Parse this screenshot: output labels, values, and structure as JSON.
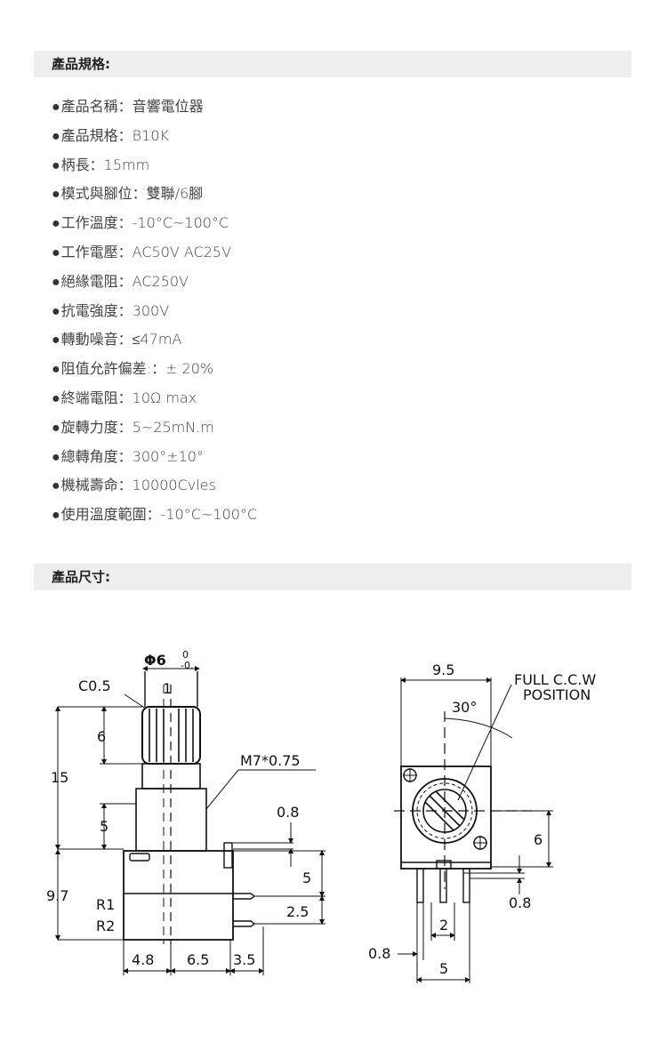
{
  "spec_section": {
    "title": "產品規格:",
    "bullet": "●",
    "items": [
      "產品名稱：音響電位器",
      "產品規格：B10K",
      "柄長：15mm",
      "模式與腳位：雙聯/6腳",
      "工作溫度：-10°C~100°C",
      "工作電壓：AC50V AC25V",
      "絕緣電阻：AC250V",
      "抗電強度：300V",
      "轉動噪音：≤47mA",
      "阻值允許偏差:：± 20%",
      "終端電阻：10Ω max",
      "旋轉力度：5~25mN.m",
      "總轉角度：300°±10°",
      "機械壽命：10000Cvles",
      "使用溫度範圍：-10°C~100°C"
    ]
  },
  "dimension_section": {
    "title": "產品尺寸:"
  },
  "drawing_left": {
    "shaft_diameter": "Φ6",
    "tol_upper": "0",
    "tol_lower": "-0.",
    "chamfer": "C0.5",
    "mark_1": "1",
    "knurl_length": "6",
    "total_length": "15",
    "thread": "M7*0.75",
    "bushing_length": "5",
    "tab_thickness": "0.8",
    "tab_height": "5",
    "body_height": "9.7",
    "pin_pitch_v": "2.5",
    "label_r1": "R1",
    "label_r2": "R2",
    "bottom_1": "4.8",
    "bottom_2": "6.5",
    "bottom_3": "3.5"
  },
  "drawing_right": {
    "width": "9.5",
    "angle": "30°",
    "note_line1": "FULL C.C.W",
    "note_line2": "POSITION",
    "height_6": "6",
    "pin_width_right": "0.8",
    "pin_pitch": "2",
    "pin_width_left": "0.8",
    "pin_span": "5"
  }
}
